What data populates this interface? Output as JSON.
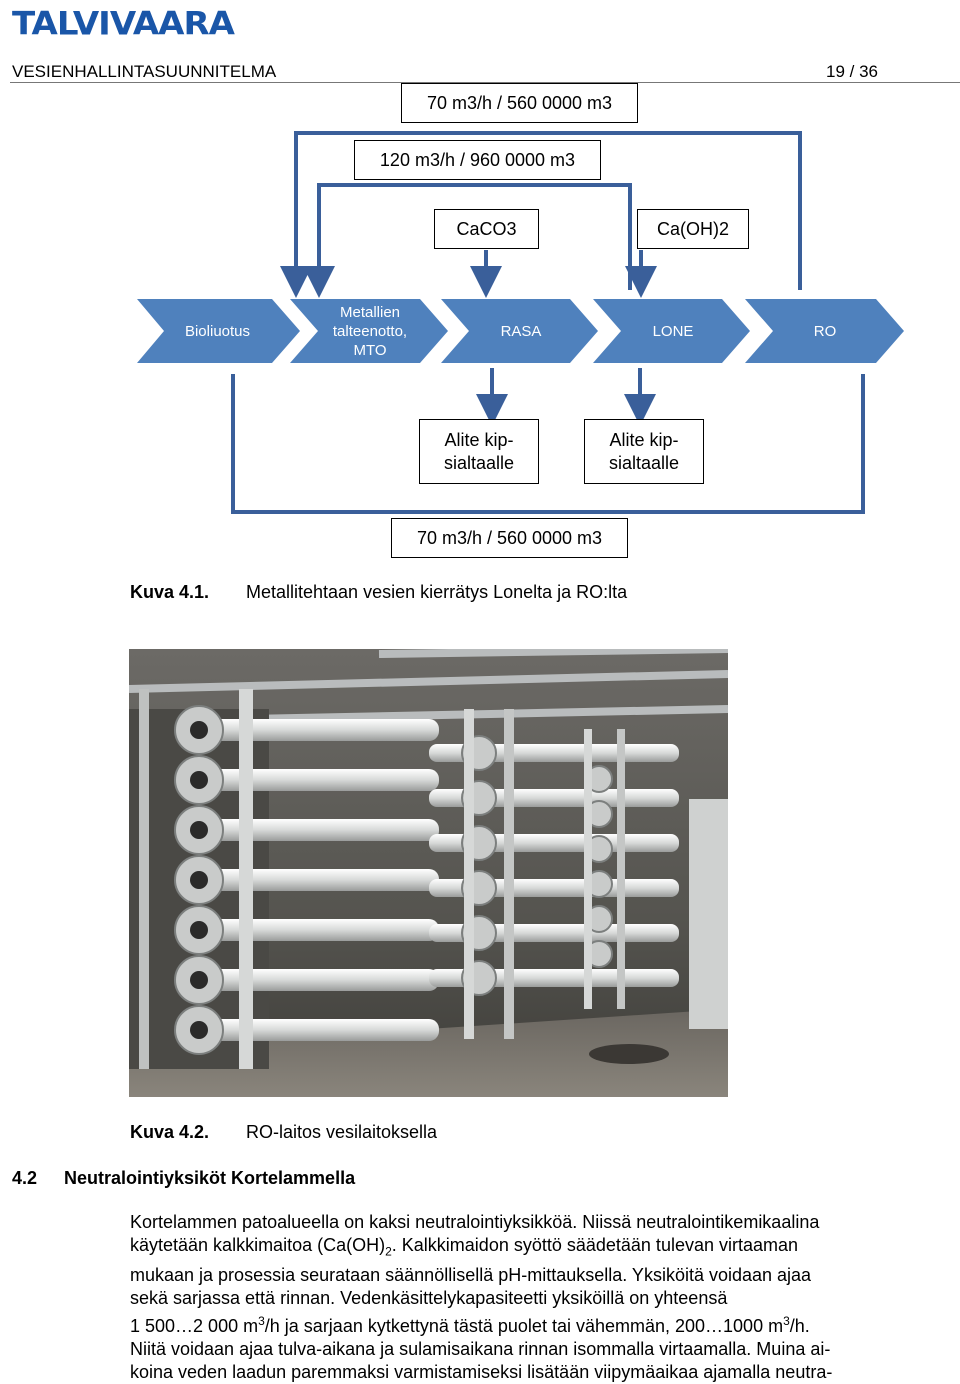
{
  "header": {
    "logo": "TALVIVAARA",
    "doc_title": "VESIENHALLINTASUUNNITELMA",
    "page_number": "19 / 36"
  },
  "diagram": {
    "top_flow_1": "70 m3/h / 560 0000 m3",
    "top_flow_2": "120 m3/h / 960 0000 m3",
    "chem_1": "CaCO3",
    "chem_2": "Ca(OH)2",
    "steps": [
      "Bioliuotus",
      "Metallien talteenotto, MTO",
      "RASA",
      "LONE",
      "RO"
    ],
    "residue_1": "Alite kip-\nsialtaalle",
    "residue_2": "Alite kip-\nsialtaalle",
    "bottom_flow": "70 m3/h / 560 0000 m3",
    "colors": {
      "arrow_fill": "#4f81bd",
      "arrow_text": "#ffffff",
      "line": "#3a5f9a"
    }
  },
  "figure1": {
    "number": "Kuva 4.1.",
    "caption": "Metallitehtaan vesien kierrätys Lonelta ja RO:lta"
  },
  "figure2": {
    "number": "Kuva 4.2.",
    "caption": "RO-laitos vesilaitoksella"
  },
  "section": {
    "number": "4.2",
    "title": "Neutralointiyksiköt Kortelammella"
  },
  "body": {
    "line1": "Kortelammen patoalueella on kaksi neutralointiyksikköä. Niissä neutralointikemikaalina",
    "line2a": "käytetään kalkkimaitoa (Ca(OH)",
    "line2sub": "2",
    "line2b": ". Kalkkimaidon syöttö säädetään tulevan virtaaman",
    "line3": "mukaan ja prosessia seurataan säännöllisellä pH-mittauksella. Yksiköitä voidaan ajaa",
    "line4": "sekä sarjassa että rinnan. Vedenkäsittelykapasiteetti yksiköillä on yhteensä",
    "line5a": "1 500…2 000 m",
    "line5sup1": "3",
    "line5b": "/h ja sarjaan kytkettynä tästä puolet tai vähemmän, 200…1000 m",
    "line5sup2": "3",
    "line5c": "/h.",
    "line6": "Niitä voidaan ajaa tulva-aikana ja sulamisaikana rinnan isommalla virtaamalla. Muina ai-",
    "line7": "koina veden laadun paremmaksi varmistamiseksi lisätään viipymäaikaa ajamalla neutra-"
  }
}
